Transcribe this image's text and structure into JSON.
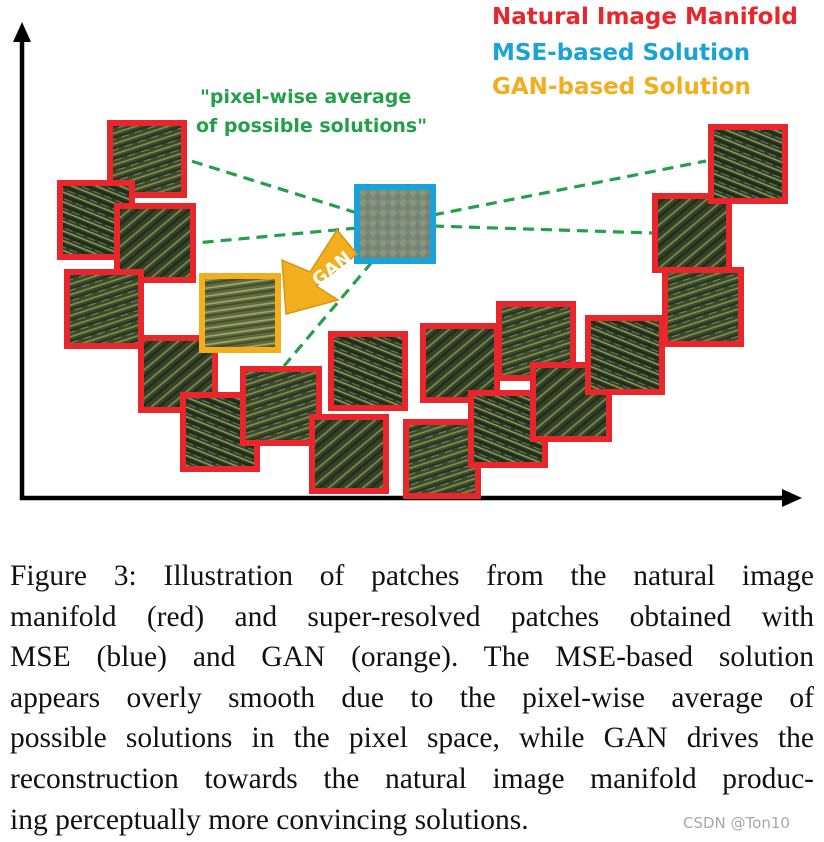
{
  "legend": {
    "natural": "Natural Image Manifold",
    "mse": "MSE-based Solution",
    "gan": "GAN-based Solution"
  },
  "annotation": {
    "line1": "\"pixel-wise average",
    "line2": "of possible solutions\""
  },
  "arrow_label": "GAN",
  "colors": {
    "natural": "#e8262b",
    "mse": "#1aa3d8",
    "gan": "#f2ae1c",
    "annotation": "#24a04a"
  },
  "caption": {
    "lines": [
      "Figure 3:  Illustration of patches from the natural image",
      "manifold (red) and super-resolved patches obtained with",
      "MSE (blue) and GAN (orange).  The MSE-based solution",
      "appears overly smooth due to the pixel-wise average of",
      "possible solutions in the pixel space, while GAN drives the",
      "reconstruction towards the natural image manifold produc-",
      "ing perceptually more convincing solutions."
    ]
  },
  "watermark": "CSDN @Ton10"
}
